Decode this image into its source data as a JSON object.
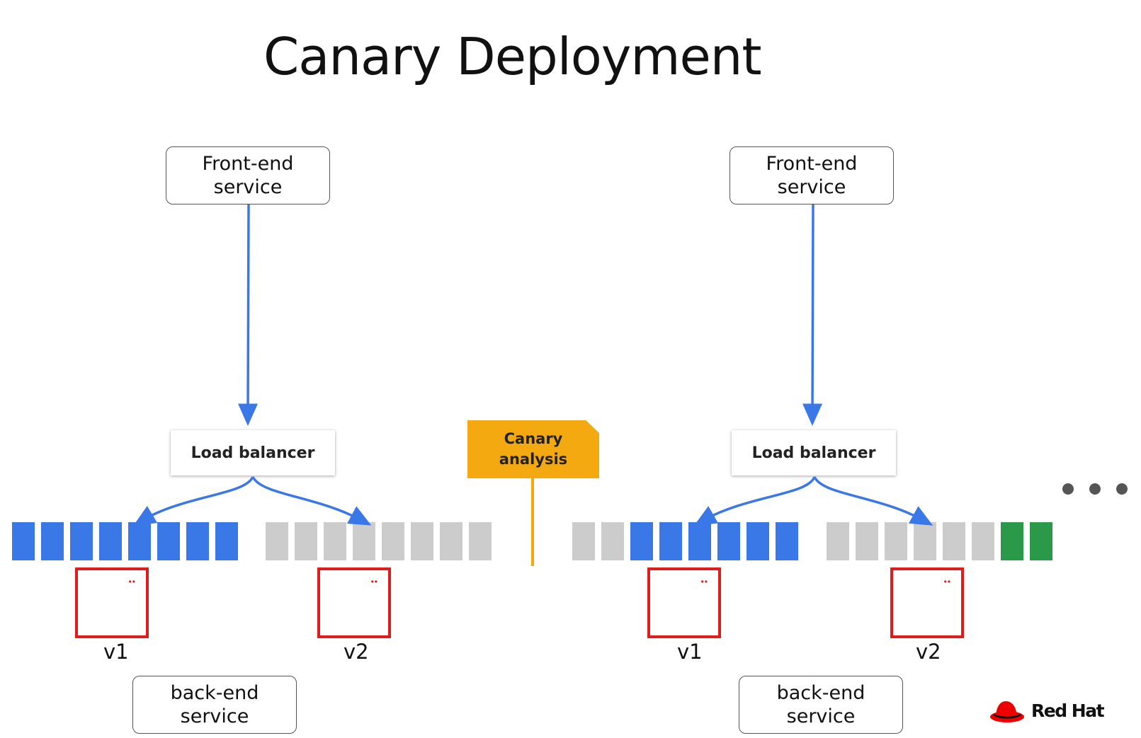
{
  "title": "Canary Deployment",
  "colors": {
    "arrow": "#3b78e7",
    "pod_v1": "#3b78e7",
    "pod_idle": "#cccccc",
    "pod_v2_live": "#2a9a4a",
    "node_border": "#e01b1b",
    "canary": "#f4a911"
  },
  "left": {
    "frontend": {
      "line1": "Front-end",
      "line2": "service"
    },
    "load_balancer": "Load balancer",
    "nodes": [
      {
        "version": "v1",
        "dots": "••"
      },
      {
        "version": "v2",
        "dots": "••"
      }
    ],
    "backend": {
      "line1": "back-end",
      "line2": "service"
    }
  },
  "canary": {
    "line1": "Canary",
    "line2": "analysis"
  },
  "right": {
    "frontend": {
      "line1": "Front-end",
      "line2": "service"
    },
    "load_balancer": "Load balancer",
    "nodes": [
      {
        "version": "v1",
        "dots": "••"
      },
      {
        "version": "v2",
        "dots": "••"
      }
    ],
    "backend": {
      "line1": "back-end",
      "line2": "service"
    }
  },
  "pods": {
    "left": [
      "blue",
      "blue",
      "blue",
      "blue",
      "blue",
      "blue",
      "blue",
      "blue",
      "gray",
      "gray",
      "gray",
      "gray",
      "gray",
      "gray",
      "gray",
      "gray"
    ],
    "right": [
      "gray",
      "gray",
      "blue",
      "blue",
      "blue",
      "blue",
      "blue",
      "blue",
      "gray",
      "gray",
      "gray",
      "gray",
      "gray",
      "gray",
      "green",
      "green"
    ]
  },
  "logo": {
    "text": "Red Hat",
    "icon": "red-hat-logo-icon"
  },
  "ellipsis_icon": "more-dots-icon"
}
